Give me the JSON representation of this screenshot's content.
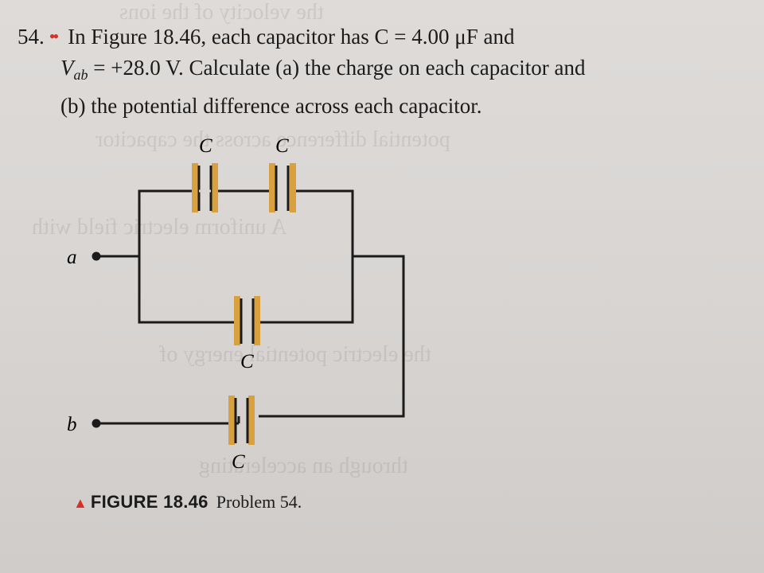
{
  "problem": {
    "number": "54.",
    "difficulty_dots": "••",
    "line1": "In Figure 18.46, each capacitor has C = 4.00 μF and",
    "vab_symbol": "V",
    "vab_sub": "ab",
    "line2_rest": " = +28.0 V. Calculate (a) the charge on each capacitor and",
    "line3": "(b) the potential difference across each capacitor."
  },
  "figure": {
    "capacitor_label": "C",
    "terminal_a": "a",
    "terminal_b": "b",
    "caption_figure": "FIGURE 18.46",
    "caption_problem": "Problem 54.",
    "colors": {
      "capacitor_plate": "#d9a040",
      "accent_red": "#d63027",
      "wire": "#1b1b1b"
    }
  }
}
